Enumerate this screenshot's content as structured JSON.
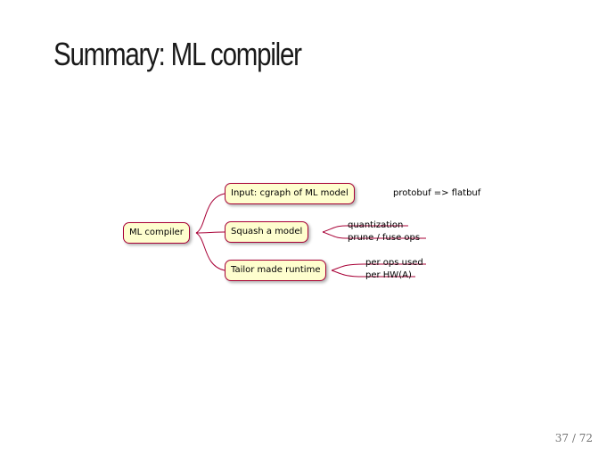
{
  "slide": {
    "title": "Summary: ML compiler",
    "page_number": "37 / 72"
  },
  "mindmap": {
    "root": "ML compiler",
    "branches": [
      {
        "label": "Input: cgraph of ML model",
        "leaves": [
          "protobuf => flatbuf"
        ]
      },
      {
        "label": "Squash a model",
        "leaves": [
          "quantization",
          "prune / fuse ops"
        ]
      },
      {
        "label": "Tailor made runtime",
        "leaves": [
          "per ops used",
          "per HW(A)"
        ]
      }
    ],
    "colors": {
      "node_fill": "#fefece",
      "node_border": "#a80036"
    }
  }
}
